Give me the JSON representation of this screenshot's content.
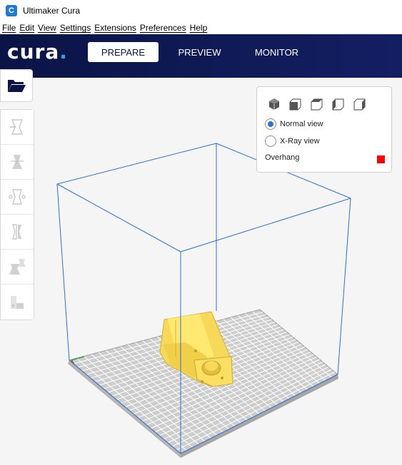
{
  "window": {
    "title": "Ultimaker Cura",
    "icon_letter": "C"
  },
  "menu": [
    {
      "label": "File"
    },
    {
      "label": "Edit"
    },
    {
      "label": "View"
    },
    {
      "label": "Settings"
    },
    {
      "label": "Extensions"
    },
    {
      "label": "Preferences"
    },
    {
      "label": "Help"
    }
  ],
  "header": {
    "logo_text": "cura",
    "logo_dot": ".",
    "tabs": [
      {
        "label": "PREPARE",
        "active": true
      },
      {
        "label": "PREVIEW",
        "active": false
      },
      {
        "label": "MONITOR",
        "active": false
      }
    ],
    "colors": {
      "header_bg": "#0b1446",
      "accent": "#2aa3ef"
    }
  },
  "toolbar": {
    "open_button": {
      "icon": "folder-open-icon"
    },
    "tools": [
      {
        "icon": "move-icon"
      },
      {
        "icon": "scale-icon"
      },
      {
        "icon": "rotate-icon"
      },
      {
        "icon": "mirror-icon"
      },
      {
        "icon": "per-model-settings-icon"
      },
      {
        "icon": "support-blocker-icon"
      }
    ]
  },
  "view_panel": {
    "camera_buttons": [
      {
        "icon": "3d-view-icon"
      },
      {
        "icon": "front-view-icon"
      },
      {
        "icon": "top-view-icon"
      },
      {
        "icon": "left-view-icon"
      },
      {
        "icon": "right-view-icon"
      }
    ],
    "view_modes": [
      {
        "label": "Normal view",
        "checked": true
      },
      {
        "label": "X-Ray view",
        "checked": false
      }
    ],
    "overhang_label": "Overhang",
    "overhang_color": "#ff0000"
  },
  "scene": {
    "build_volume_color": "#2b6fd6",
    "plate_color": "#c9c9c9",
    "model_color": "#ffe14f"
  }
}
